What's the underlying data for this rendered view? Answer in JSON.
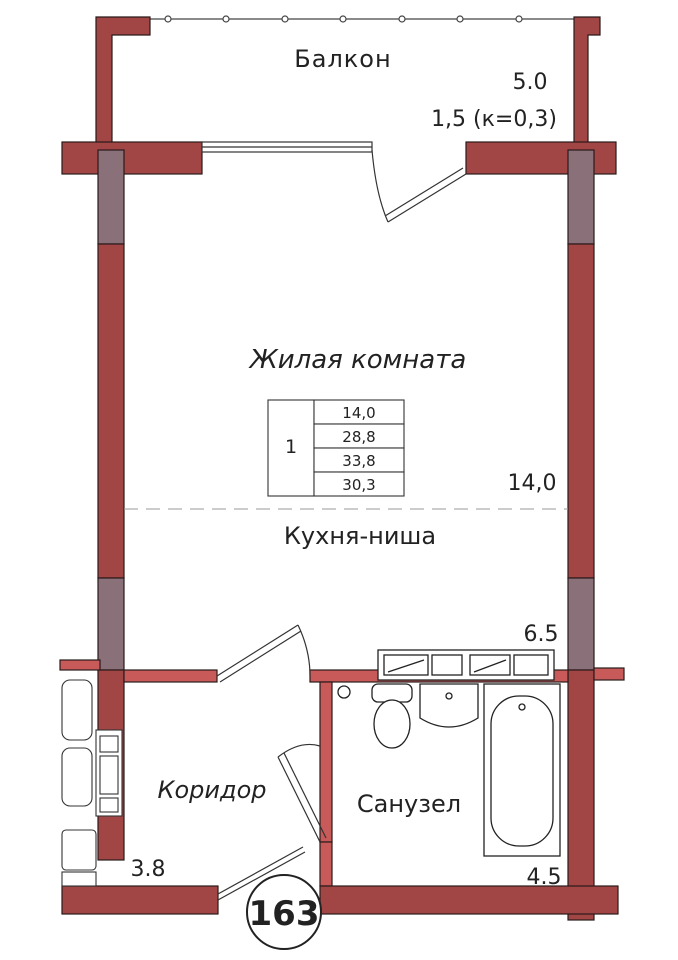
{
  "colors": {
    "wall": "#a24545",
    "wall_stroke": "#2a1a1a",
    "partition": "#c85a5a",
    "column": "#8a7079",
    "line": "#333333"
  },
  "rooms": {
    "balcony": {
      "name": "Балкон",
      "area": "5.0",
      "coef": "1,5 (к=0,3)"
    },
    "living": {
      "name": "Жилая комната",
      "area": "14,0"
    },
    "kitchen": {
      "name": "Кухня-ниша",
      "area": "6.5"
    },
    "corridor": {
      "name": "Коридор",
      "area": "3.8"
    },
    "bathroom": {
      "name": "Санузел",
      "area": "4.5"
    }
  },
  "summary_table": {
    "rooms_count": "1",
    "values": [
      "14,0",
      "28,8",
      "33,8",
      "30,3"
    ]
  },
  "apartment_number": "163"
}
